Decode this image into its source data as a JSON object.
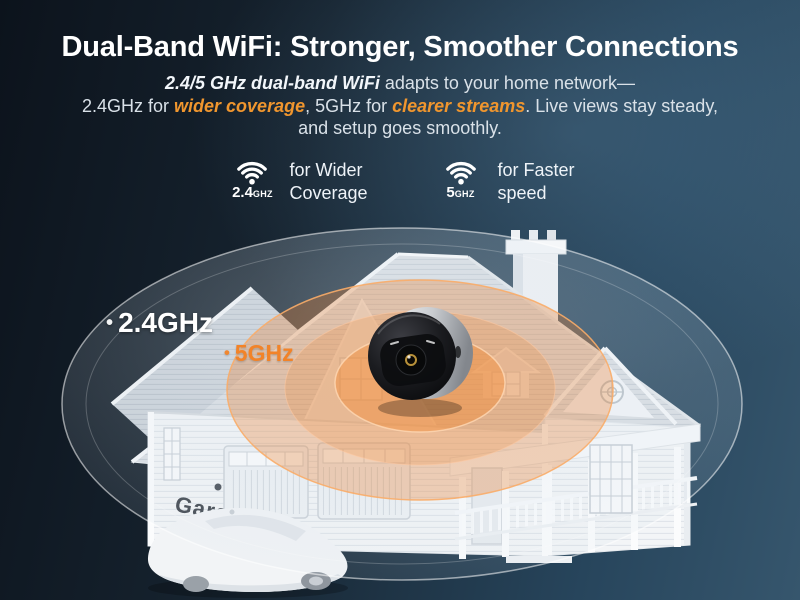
{
  "header": {
    "title": "Dual-Band WiFi: Stronger, Smoother Connections",
    "subtitle": {
      "lead_bold_italic": "2.4/5 GHz dual-band WiFi",
      "lead_rest": " adapts to your home network—",
      "line2_start": "2.4GHz for ",
      "highlight_coverage": "wider coverage",
      "line2_mid": ", 5GHz for ",
      "highlight_streams": "clearer streams",
      "line2_end": ". Live views stay steady,",
      "line3": "and setup goes smoothly."
    }
  },
  "features": [
    {
      "icon": "wifi-icon",
      "band_value": "2.4",
      "band_unit": "GHZ",
      "label_line1": "for Wider",
      "label_line2": "Coverage"
    },
    {
      "icon": "wifi-icon",
      "band_value": "5",
      "band_unit": "GHZ",
      "label_line1": "for Faster",
      "label_line2": "speed"
    }
  ],
  "diagram": {
    "labels": {
      "band24": {
        "bullet": "•",
        "text": "2.4GHz",
        "color": "#ffffff"
      },
      "band5": {
        "bullet": "•",
        "text": "5GHz",
        "color": "#f28328"
      }
    },
    "garage_label": "Garage"
  },
  "colors": {
    "accent_orange": "#f0962e",
    "ring_orange_fill": "#ed7a23",
    "title_text": "#ffffff",
    "body_text": "#d9e1e8",
    "background_dark": "#0c131c",
    "background_light": "#36566d",
    "house_white": "#f3f5f7",
    "garage_text": "#3e444c"
  }
}
